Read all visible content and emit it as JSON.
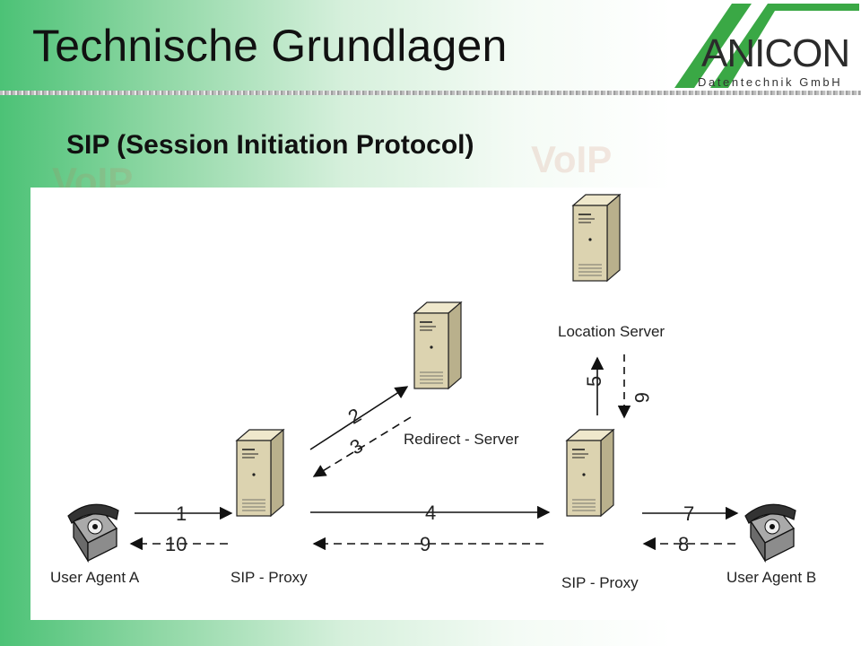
{
  "slide": {
    "title": "Technische Grundlagen",
    "subtitle": "SIP (Session Initiation Protocol)",
    "watermark": "VoIP"
  },
  "logo": {
    "name": "ANICON",
    "tagline": "Datentechnik GmbH",
    "color": "#3aa845"
  },
  "diagram": {
    "nodes": {
      "user_agent_a": "User Agent A",
      "sip_proxy_a": "SIP - Proxy",
      "redirect_server": "Redirect - Server",
      "location_server": "Location Server",
      "sip_proxy_b": "SIP - Proxy",
      "user_agent_b": "User Agent B"
    },
    "steps": {
      "s1": "1",
      "s2": "2",
      "s3": "3",
      "s4": "4",
      "s5": "5",
      "s6": "6",
      "s7": "7",
      "s8": "8",
      "s9": "9",
      "s10": "10"
    }
  }
}
